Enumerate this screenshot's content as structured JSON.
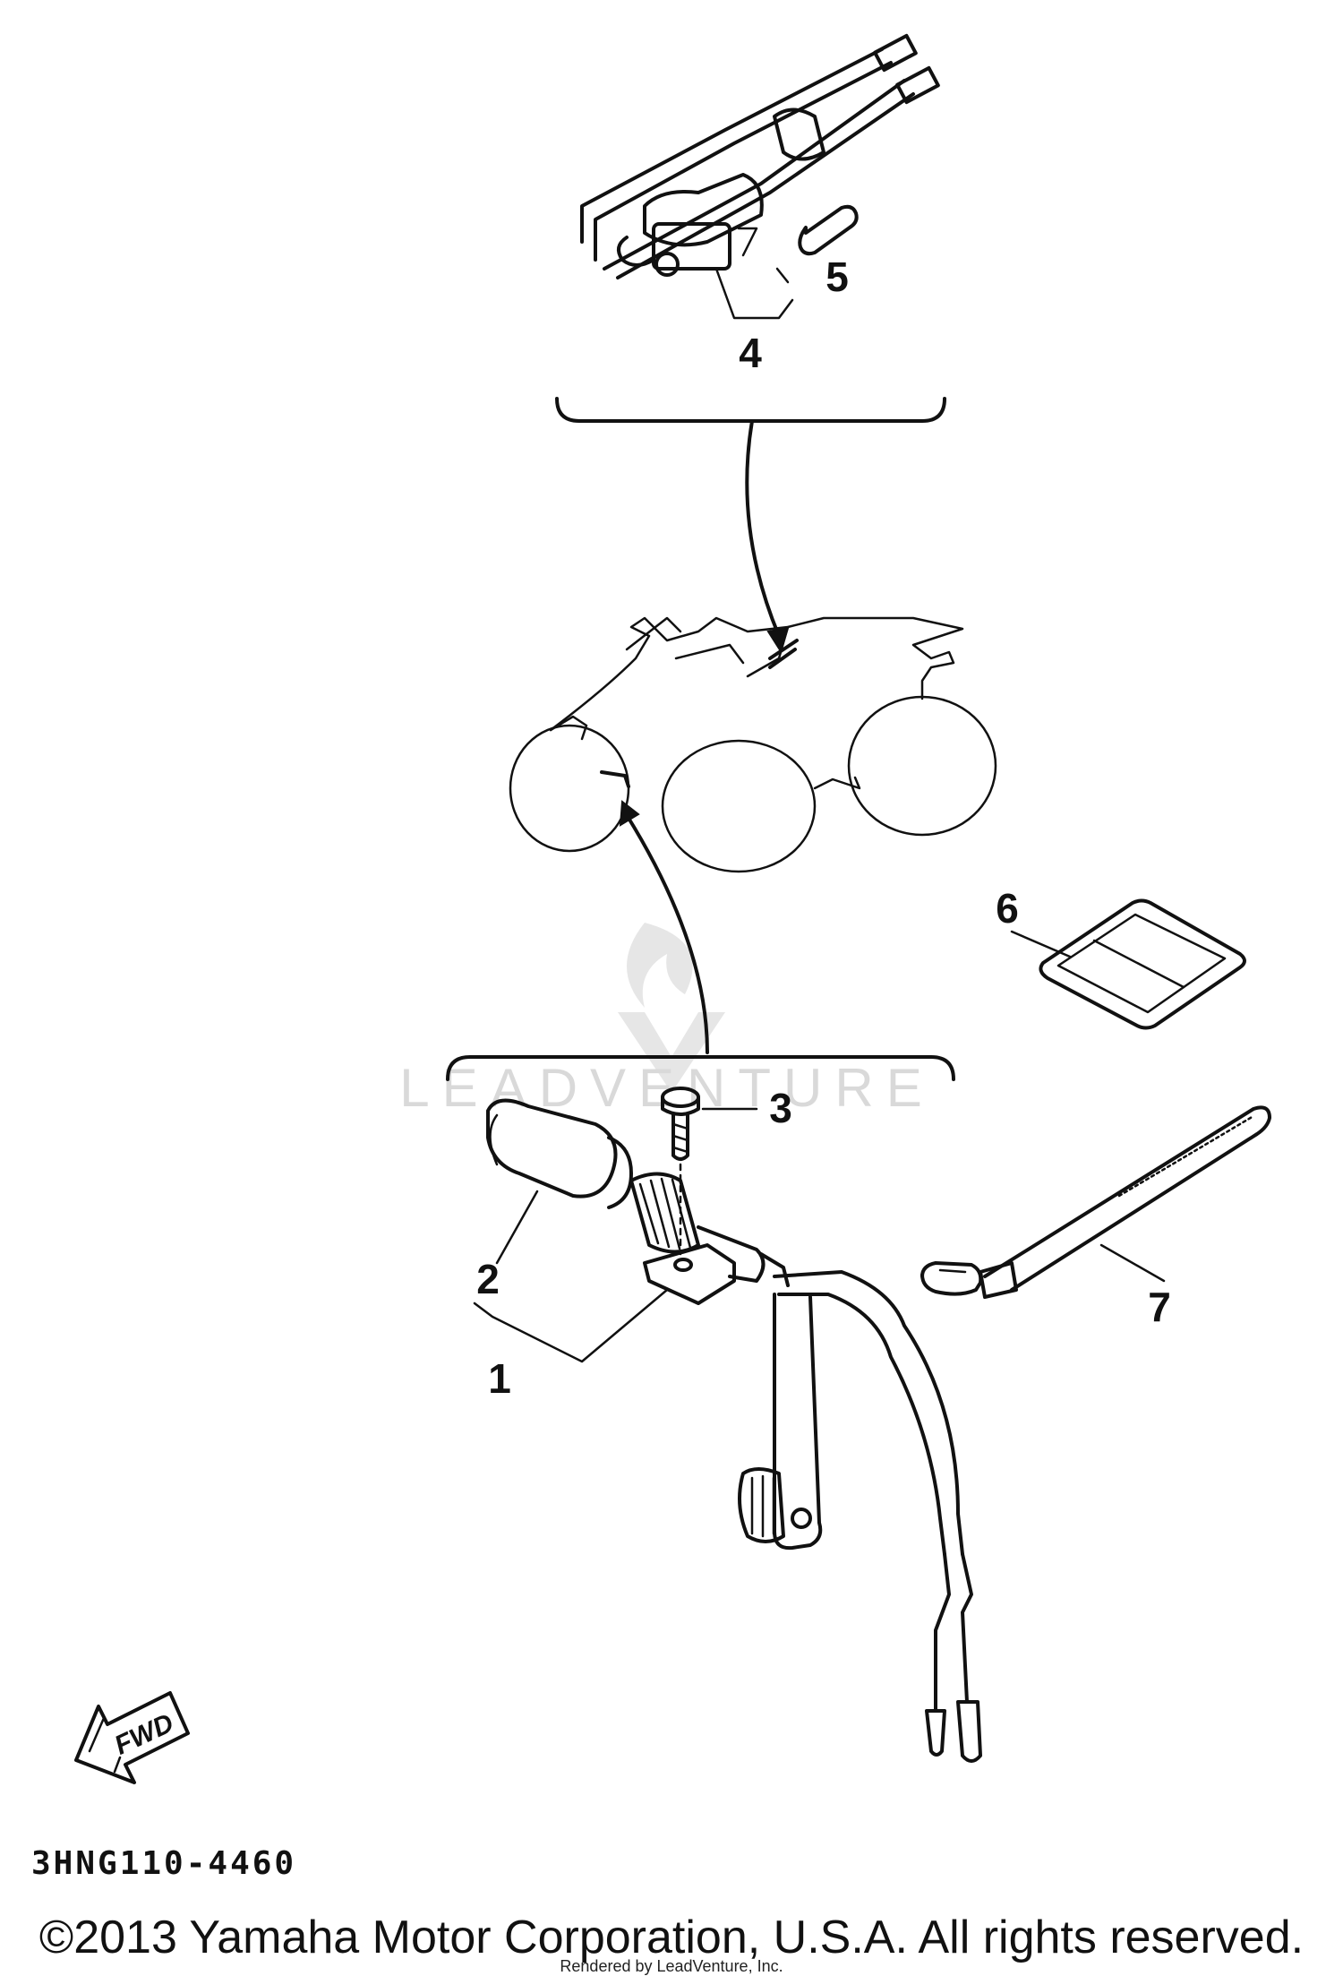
{
  "callouts": {
    "part1": "1",
    "part2": "2",
    "part3": "3",
    "part4": "4",
    "part5": "5",
    "part6": "6",
    "part7": "7"
  },
  "direction_label": "FWD",
  "diagram_code": "3HNG110-4460",
  "watermark_text": "LEADVENTURE",
  "copyright": "©2013 Yamaha Motor Corporation, U.S.A. All rights reserved.",
  "rendered_by": "Rendered by LeadVenture, Inc."
}
